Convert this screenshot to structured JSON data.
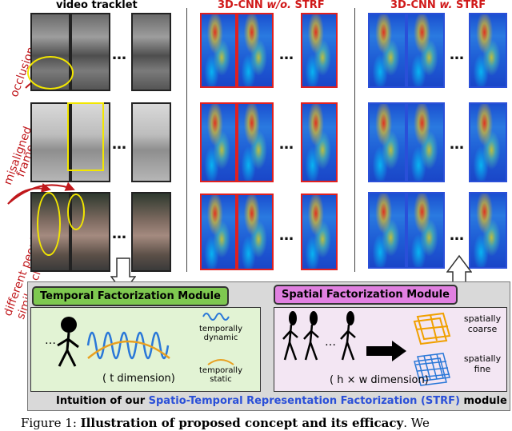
{
  "headers": {
    "video_tracklet": "video tracklet",
    "cnn_without_prefix": "3D-CNN ",
    "cnn_without_italic": "w/o.",
    "cnn_without_suffix": " STRF",
    "cnn_with_prefix": "3D-CNN ",
    "cnn_with_italic": "w.",
    "cnn_with_suffix": " STRF"
  },
  "side_labels": {
    "occlusion": "occlusion",
    "misaligned_1": "misaligned",
    "misaligned_2": "frame",
    "different_1": "different people",
    "different_2": "similar clothing"
  },
  "ellipsis": "…",
  "temporal_module": {
    "title": "Temporal Factorization Module",
    "dynamic_1": "temporally",
    "dynamic_2": "dynamic",
    "static_1": "temporally",
    "static_2": "static",
    "dots": "…",
    "dimension": "( t  dimension)"
  },
  "spatial_module": {
    "title": "Spatial Factorization Module",
    "dots": "…",
    "coarse_1": "spatially",
    "coarse_2": "coarse",
    "fine_1": "spatially",
    "fine_2": "fine",
    "dimension": "( h × w  dimension)"
  },
  "intuition": {
    "prefix": "Intuition of our ",
    "name": "Spatio-Temporal Representation Factorization (STRF)",
    "suffix": " module"
  },
  "caption": {
    "prefix": "Figure 1: ",
    "bold": "Illustration of proposed concept and its efficacy",
    "suffix": ". We"
  },
  "colors": {
    "red_label": "#c0181c",
    "temporal_green": "#7ec850",
    "spatial_magenta": "#e080e0",
    "intuition_blue": "#2a4fd8",
    "wave_blue": "#2a78d8",
    "wave_orange": "#e8a020"
  }
}
